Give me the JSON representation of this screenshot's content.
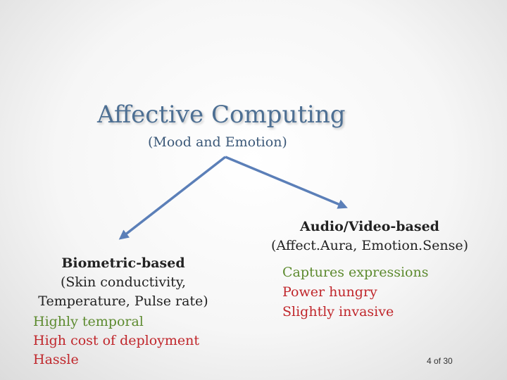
{
  "slide": {
    "title": "Affective Computing",
    "subtitle": "(Mood and Emotion)",
    "arrow_color": "#5b7fb8",
    "left": {
      "heading": "Biometric-based",
      "details": [
        "(Skin conductivity,",
        "Temperature, Pulse rate)"
      ],
      "items": [
        {
          "text": "Highly temporal",
          "color": "green"
        },
        {
          "text": "High cost of deployment",
          "color": "red"
        },
        {
          "text": "Hassle",
          "color": "red"
        }
      ]
    },
    "right": {
      "heading": "Audio/Video-based",
      "details": [
        "(Affect.Aura, Emotion.Sense)"
      ],
      "items": [
        {
          "text": "Captures expressions",
          "color": "green"
        },
        {
          "text": "Power hungry",
          "color": "red"
        },
        {
          "text": "Slightly invasive",
          "color": "red"
        }
      ]
    },
    "page_number": "4 of 30"
  }
}
